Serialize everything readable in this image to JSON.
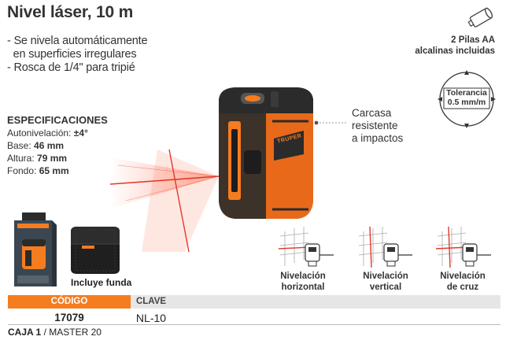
{
  "title": "Nivel láser, 10 m",
  "features": [
    "- Se nivela automáticamente",
    "  en superficies irregulares",
    "- Rosca de 1/4\" para tripié"
  ],
  "specs": {
    "heading": "ESPECIFICACIONES",
    "items": [
      {
        "label": "Autonivelación: ",
        "value": "±4°"
      },
      {
        "label": "Base: ",
        "value": "46 mm"
      },
      {
        "label": "Altura: ",
        "value": "79 mm"
      },
      {
        "label": "Fondo: ",
        "value": "65 mm"
      }
    ]
  },
  "battery": {
    "line1": "2 Pilas AA",
    "line2": "alcalinas incluidas"
  },
  "tolerance": {
    "line1": "Tolerancia",
    "line2": "0.5 mm/m"
  },
  "housing": {
    "line1": "Carcasa",
    "line2": "resistente",
    "line3": "a impactos"
  },
  "brand": "TRUPER",
  "leveling": [
    {
      "line1": "Nivelación",
      "line2": "horizontal"
    },
    {
      "line1": "Nivelación",
      "line2": "vertical"
    },
    {
      "line1": "Nivelación",
      "line2": "de cruz"
    }
  ],
  "case_label": "Incluye funda",
  "table": {
    "codigo_header": "CÓDIGO",
    "clave_header": "CLAVE",
    "codigo": "17079",
    "clave": "NL-10"
  },
  "packing": {
    "caja_label": "CAJA 1",
    "master": " / MASTER 20"
  },
  "colors": {
    "accent": "#f57c1f",
    "laser": "#e03a2a",
    "body": "#2b2b2b"
  }
}
